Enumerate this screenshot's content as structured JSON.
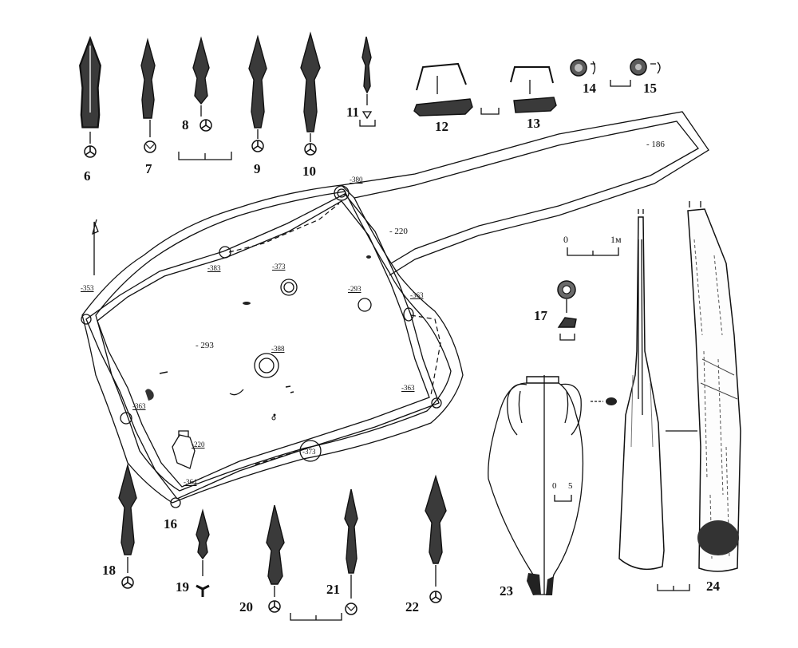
{
  "finds": {
    "n6": "6",
    "n7": "7",
    "n8": "8",
    "n9": "9",
    "n10": "10",
    "n11": "11",
    "n12": "12",
    "n13": "13",
    "n14": "14",
    "n15": "15",
    "n16": "16",
    "n17": "17",
    "n18": "18",
    "n19": "19",
    "n20": "20",
    "n21": "21",
    "n22": "22",
    "n23": "23",
    "n24": "24"
  },
  "depths": {
    "d380": "-380",
    "d383": "-383",
    "d373a": "-373",
    "d293a": "-293",
    "d353": "-353",
    "d363a": "-363",
    "d388": "-388",
    "d363b": "-363",
    "d363c": "-363",
    "d220a": "-220",
    "d373b": "-373",
    "d364": "-364",
    "d186": "- 186",
    "d220b": "- 220",
    "d293b": "- 293"
  },
  "scales": {
    "plan_start": "0",
    "plan_end": "1м",
    "amphora_start": "0",
    "amphora_end": "5"
  }
}
